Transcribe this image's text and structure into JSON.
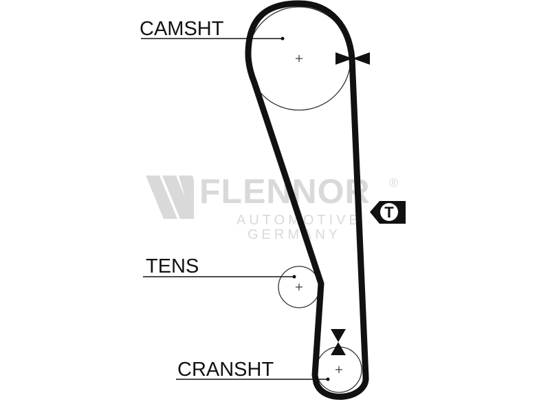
{
  "labels": {
    "camshaft": "CAMSHT",
    "tensioner": "TENS",
    "crankshaft": "CRANSHT",
    "tension_marker": "T"
  },
  "watermark": {
    "brand": "FLENNOR",
    "registered": "®",
    "line1": "AUTOMOTIVE",
    "line2": "GERMANY"
  },
  "colors": {
    "belt": "#111111",
    "pulley": "#333333",
    "watermark": "#d9d9d9",
    "background": "#ffffff"
  }
}
